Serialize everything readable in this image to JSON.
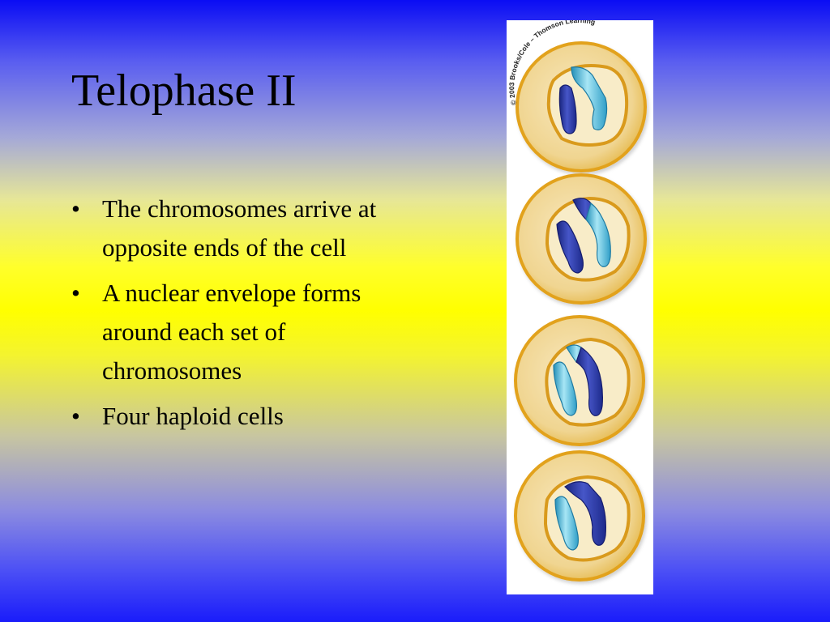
{
  "slide": {
    "title": "Telophase II",
    "bullets": [
      {
        "text": "The chromosomes arrive at opposite ends of the cell"
      },
      {
        "text": "A nuclear envelope forms around each set of chromosomes"
      },
      {
        "text": "Four haploid cells"
      }
    ],
    "bullet_glyph": "•"
  },
  "figure": {
    "credit": "© 2003 Brooks/Cole – Thomson Learning",
    "cell_count": 4,
    "colors": {
      "cell_membrane": "#e5a928",
      "cytoplasm": "#f2dba0",
      "nucleus": "#f7e7c2",
      "chromosome_dark": "#2c3aa6",
      "chromosome_light": "#4fc0e2"
    }
  }
}
